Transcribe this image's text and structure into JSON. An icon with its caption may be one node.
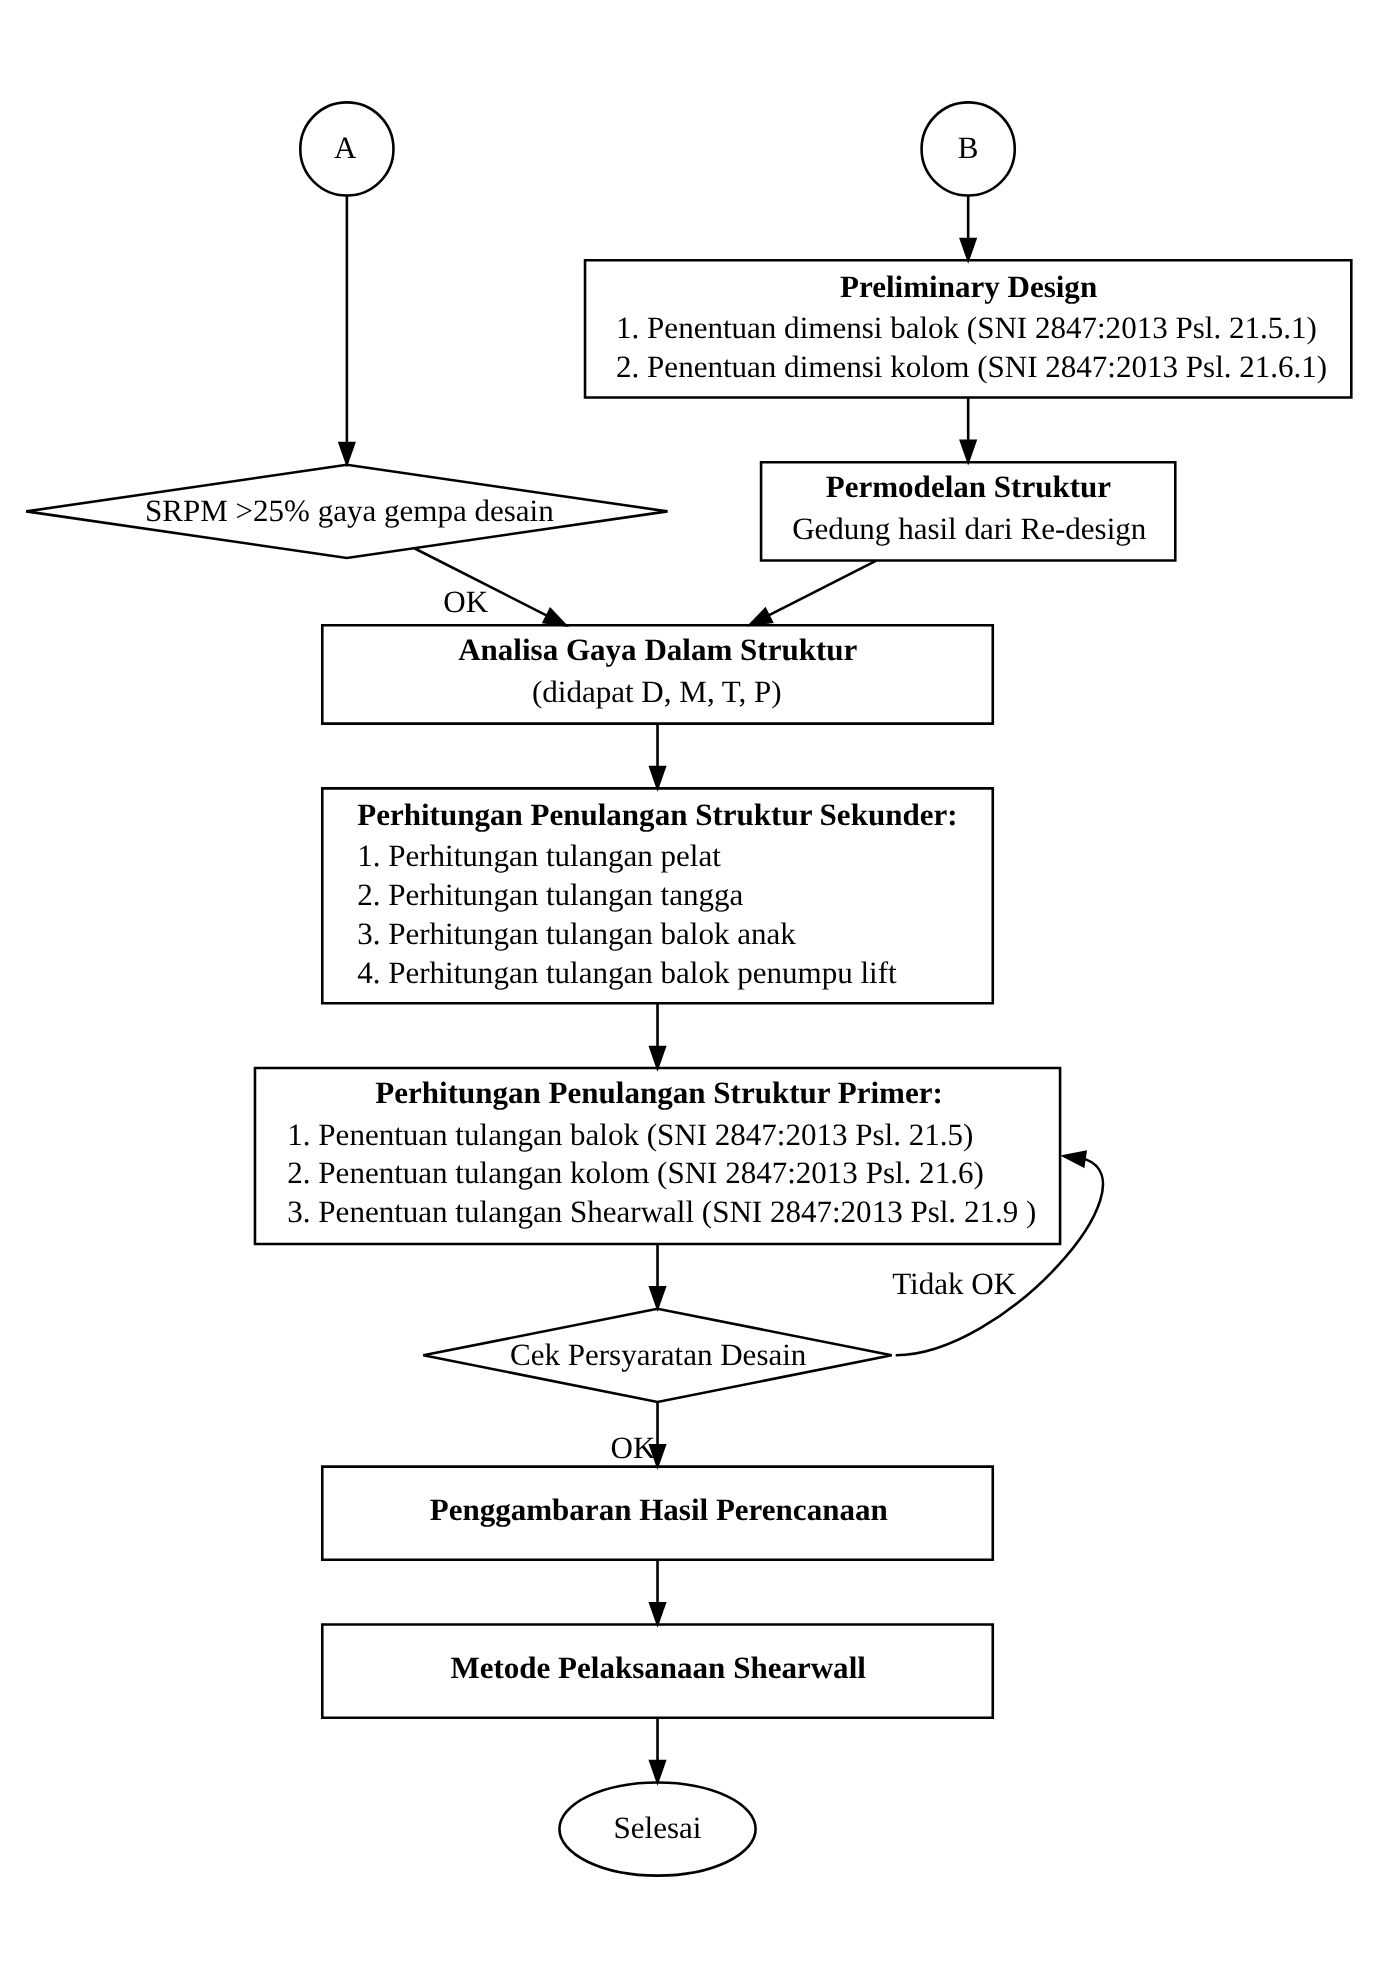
{
  "diagram": {
    "nodes": [
      {
        "text": [
          "A"
        ]
      },
      {
        "text": [
          "B"
        ]
      },
      {
        "text": [
          "SRPM >25% gaya gempa desain"
        ]
      },
      {
        "text": [
          "Preliminary Design",
          "1. Penentuan dimensi balok (SNI 2847:2013 Psl. 21.5.1)",
          "2. Penentuan dimensi kolom (SNI 2847:2013 Psl. 21.6.1)"
        ]
      },
      {
        "text": [
          "Permodelan Struktur",
          "Gedung hasil dari Re-design"
        ]
      },
      {
        "text": [
          "Analisa Gaya Dalam Struktur",
          "(didapat D, M, T, P)"
        ]
      },
      {
        "text": [
          "Perhitungan Penulangan Struktur Sekunder:",
          "1. Perhitungan tulangan pelat",
          "2. Perhitungan tulangan tangga",
          "3. Perhitungan tulangan balok anak",
          "4. Perhitungan tulangan balok penumpu lift"
        ]
      },
      {
        "text": [
          "Perhitungan Penulangan Struktur Primer:",
          "1. Penentuan tulangan balok (SNI 2847:2013 Psl. 21.5)",
          "2. Penentuan tulangan kolom (SNI 2847:2013 Psl. 21.6)",
          "3. Penentuan tulangan Shearwall (SNI 2847:2013 Psl. 21.9 )"
        ]
      },
      {
        "text": [
          "Cek Persyaratan Desain"
        ]
      },
      {
        "text": [
          "Penggambaran Hasil Perencanaan"
        ]
      },
      {
        "text": [
          "Metode Pelaksanaan Shearwall"
        ]
      },
      {
        "text": [
          "Selesai"
        ]
      }
    ],
    "edges": [
      {
        "from": 0,
        "to": 2,
        "arrow": "to"
      },
      {
        "from": 2,
        "to": 5,
        "arrow": "to",
        "label": "OK"
      },
      {
        "from": 1,
        "to": 3,
        "arrow": "to"
      },
      {
        "from": 3,
        "to": 4,
        "arrow": "to"
      },
      {
        "from": 4,
        "to": 5,
        "arrow": "to"
      },
      {
        "from": 5,
        "to": 6,
        "arrow": "to"
      },
      {
        "from": 6,
        "to": 7,
        "arrow": "to"
      },
      {
        "from": 7,
        "to": 8,
        "arrow": "to"
      },
      {
        "from": 8,
        "to": 7,
        "arrow": "to",
        "label": "Tidak OK"
      },
      {
        "from": 8,
        "to": 9,
        "arrow": "to",
        "label": "OK"
      },
      {
        "from": 9,
        "to": 10,
        "arrow": "to"
      },
      {
        "from": 10,
        "to": 11,
        "arrow": "to"
      }
    ]
  }
}
